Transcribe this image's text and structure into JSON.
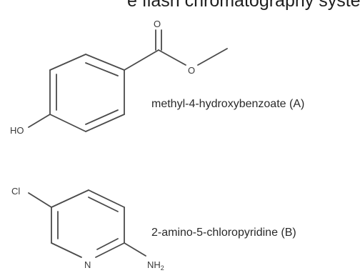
{
  "header": {
    "text": "e flash chromatography system. The s"
  },
  "compounds": [
    {
      "name": "methyl-4-hydroxybenzoate (A)",
      "atoms": {
        "O_carbonyl": "O",
        "O_ester": "O",
        "HO": "HO"
      }
    },
    {
      "name": "2-amino-5-chloropyridine (B)",
      "atoms": {
        "Cl": "Cl",
        "N": "N",
        "NH": "NH",
        "sub": "2"
      }
    }
  ],
  "colors": {
    "bond": "#4a4a4a",
    "text": "#2a2a2a"
  }
}
